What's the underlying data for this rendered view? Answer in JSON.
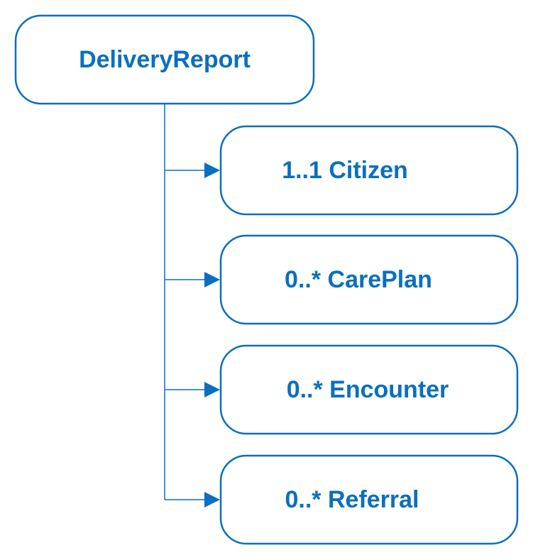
{
  "colors": {
    "accent": "#0a6fbf",
    "text": "#0a6fbf",
    "background": "#ffffff",
    "node_fill": "#ffffff"
  },
  "root": {
    "label": "DeliveryReport"
  },
  "children": [
    {
      "label": "1..1 Citizen"
    },
    {
      "label": "0..* CarePlan"
    },
    {
      "label": "0..* Encounter"
    },
    {
      "label": "0..* Referral"
    }
  ]
}
